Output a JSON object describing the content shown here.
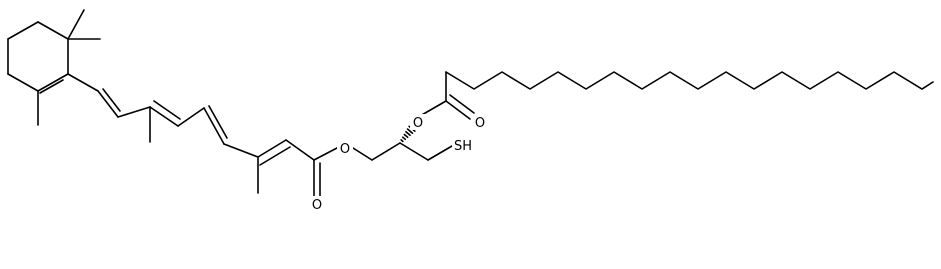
{
  "diagram": {
    "type": "skeletal-structure",
    "atoms": {
      "o_ester_retinoyl": "O",
      "o_carbonyl_retinoyl": "O",
      "o_ester_palmitoyl": "O",
      "o_carbonyl_palmitoyl": "O",
      "thiol": "SH"
    },
    "stereo": {
      "c2_glycerol": "hashed-wedge"
    },
    "colors": {
      "ink": "#000000",
      "background": "#ffffff"
    }
  }
}
